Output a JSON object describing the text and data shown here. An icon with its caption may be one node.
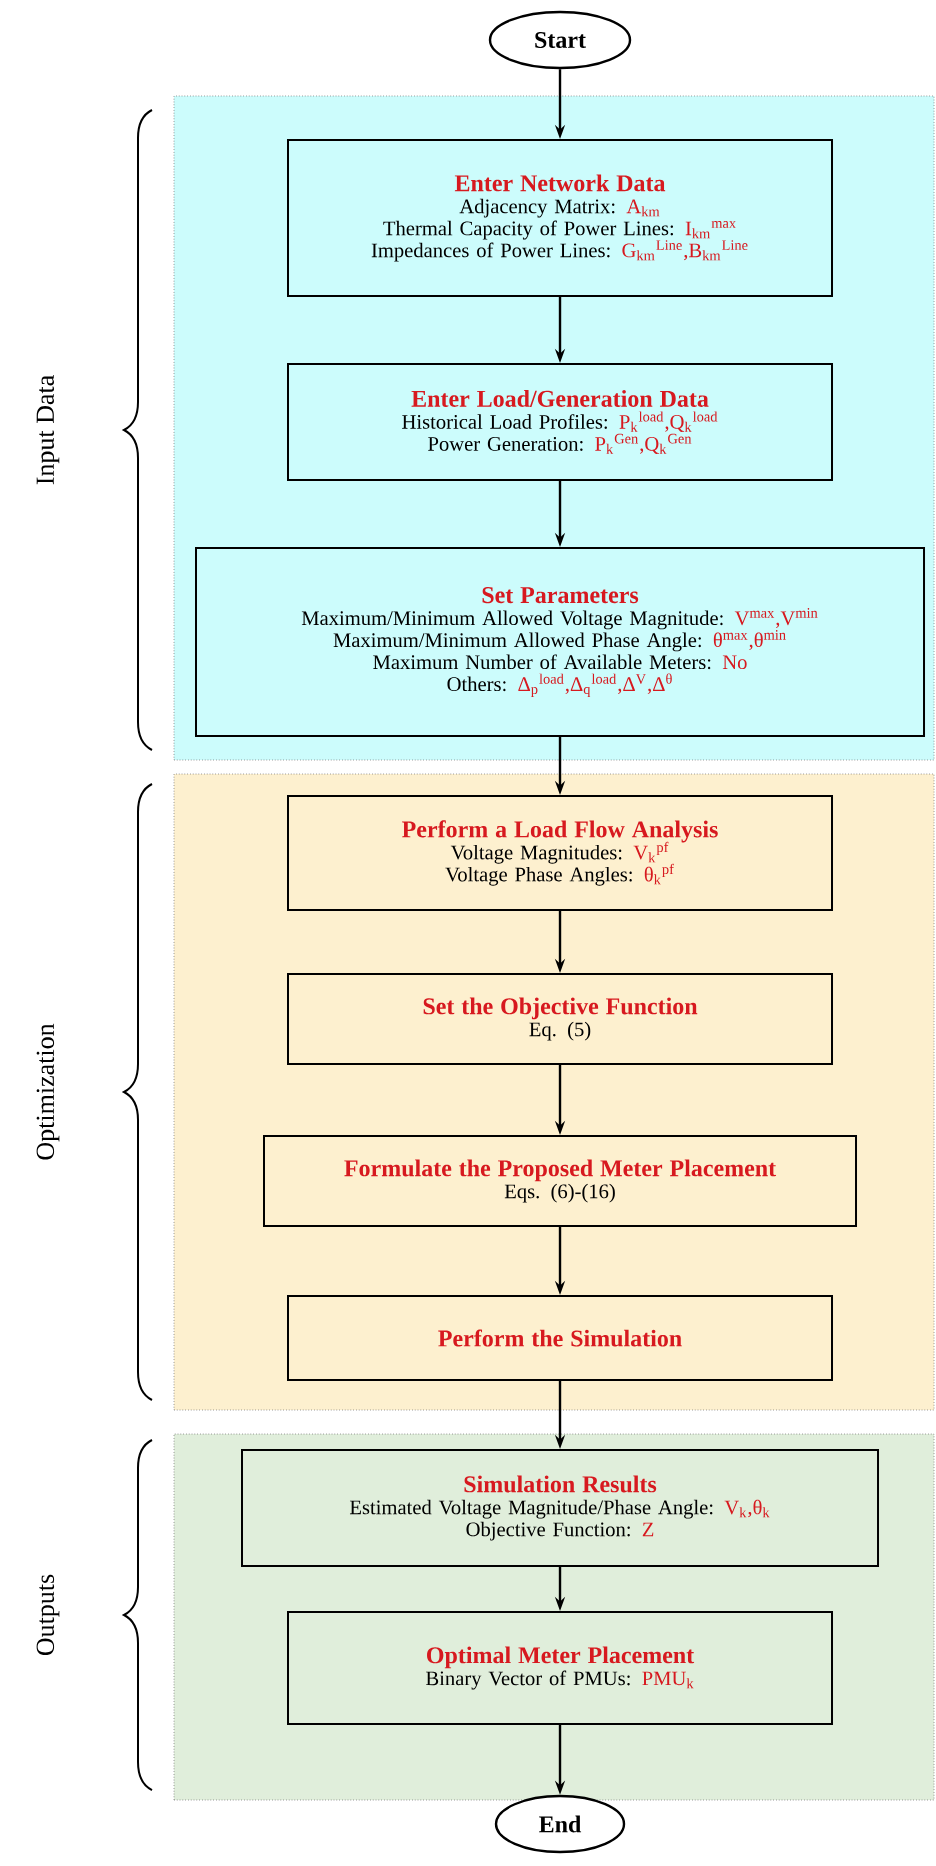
{
  "diagram": {
    "nodes": [
      {
        "text": [
          "Start"
        ]
      },
      {
        "text": [
          "Input Data"
        ]
      },
      {
        "text": [
          "Enter Network Data",
          "Adjacency Matrix:",
          "A$_{km}$",
          "Thermal Capacity of Power Lines:",
          "I$_{km}$$^{max}$",
          "Impedances of Power Lines:",
          "G$_{km}$$^{Line}$,B$_{km}$$^{Line}$"
        ],
        "in": 1
      },
      {
        "text": [
          "Enter Load/Generation Data",
          "Historical Load Profiles:",
          "P$_{k}$$^{load}$,Q$_{k}$$^{load}$",
          "Power Generation:",
          "P$_{k}$$^{Gen}$,Q$_{k}$$^{Gen}$"
        ],
        "in": 1
      },
      {
        "text": [
          "Set Parameters",
          "Maximum/Minimum Allowed Voltage Magnitude:",
          "V$^{max}$,V$^{min}$",
          "Maximum/Minimum Allowed Phase Angle:",
          "θ$^{max}$,θ$^{min}$",
          "Maximum Number of Available Meters:",
          "No",
          "Others:",
          "Δ$_{p}$$^{load}$,Δ$_{q}$$^{load}$,Δ$^{V}$,Δ$^{θ}$"
        ],
        "in": 1
      },
      {
        "text": [
          "Optimization"
        ]
      },
      {
        "text": [
          "Perform a Load Flow Analysis",
          "Voltage Magnitudes:",
          "V$_{k}$$^{pf}$",
          "Voltage Phase Angles:",
          "θ$_{k}$$^{pf}$"
        ],
        "in": 5
      },
      {
        "text": [
          "Set the Objective Function",
          "Eq. (5)"
        ],
        "in": 5
      },
      {
        "text": [
          "Formulate the Proposed Meter Placement",
          "Eqs. (6)-(16)"
        ],
        "in": 5
      },
      {
        "text": [
          "Perform the Simulation"
        ],
        "in": 5
      },
      {
        "text": [
          "Outputs"
        ]
      },
      {
        "text": [
          "Simulation Results",
          "Estimated Voltage Magnitude/Phase Angle:",
          "V$_{k}$,θ$_{k}$",
          "Objective Function:",
          "Z"
        ],
        "in": 10
      },
      {
        "text": [
          "Optimal Meter Placement",
          "Binary Vector of PMUs:",
          "PMU$_{k}$"
        ],
        "in": 10
      },
      {
        "text": [
          "End"
        ]
      }
    ],
    "edges": [
      {
        "from": 0,
        "to": 2,
        "arrow": "to"
      },
      {
        "from": 2,
        "to": 3,
        "arrow": "to"
      },
      {
        "from": 3,
        "to": 4,
        "arrow": "to"
      },
      {
        "from": 4,
        "to": 6,
        "arrow": "to"
      },
      {
        "from": 6,
        "to": 7,
        "arrow": "to"
      },
      {
        "from": 7,
        "to": 8,
        "arrow": "to"
      },
      {
        "from": 8,
        "to": 9,
        "arrow": "to"
      },
      {
        "from": 9,
        "to": 11,
        "arrow": "to"
      },
      {
        "from": 11,
        "to": 12,
        "arrow": "to"
      },
      {
        "from": 12,
        "to": 13,
        "arrow": "to"
      }
    ]
  }
}
